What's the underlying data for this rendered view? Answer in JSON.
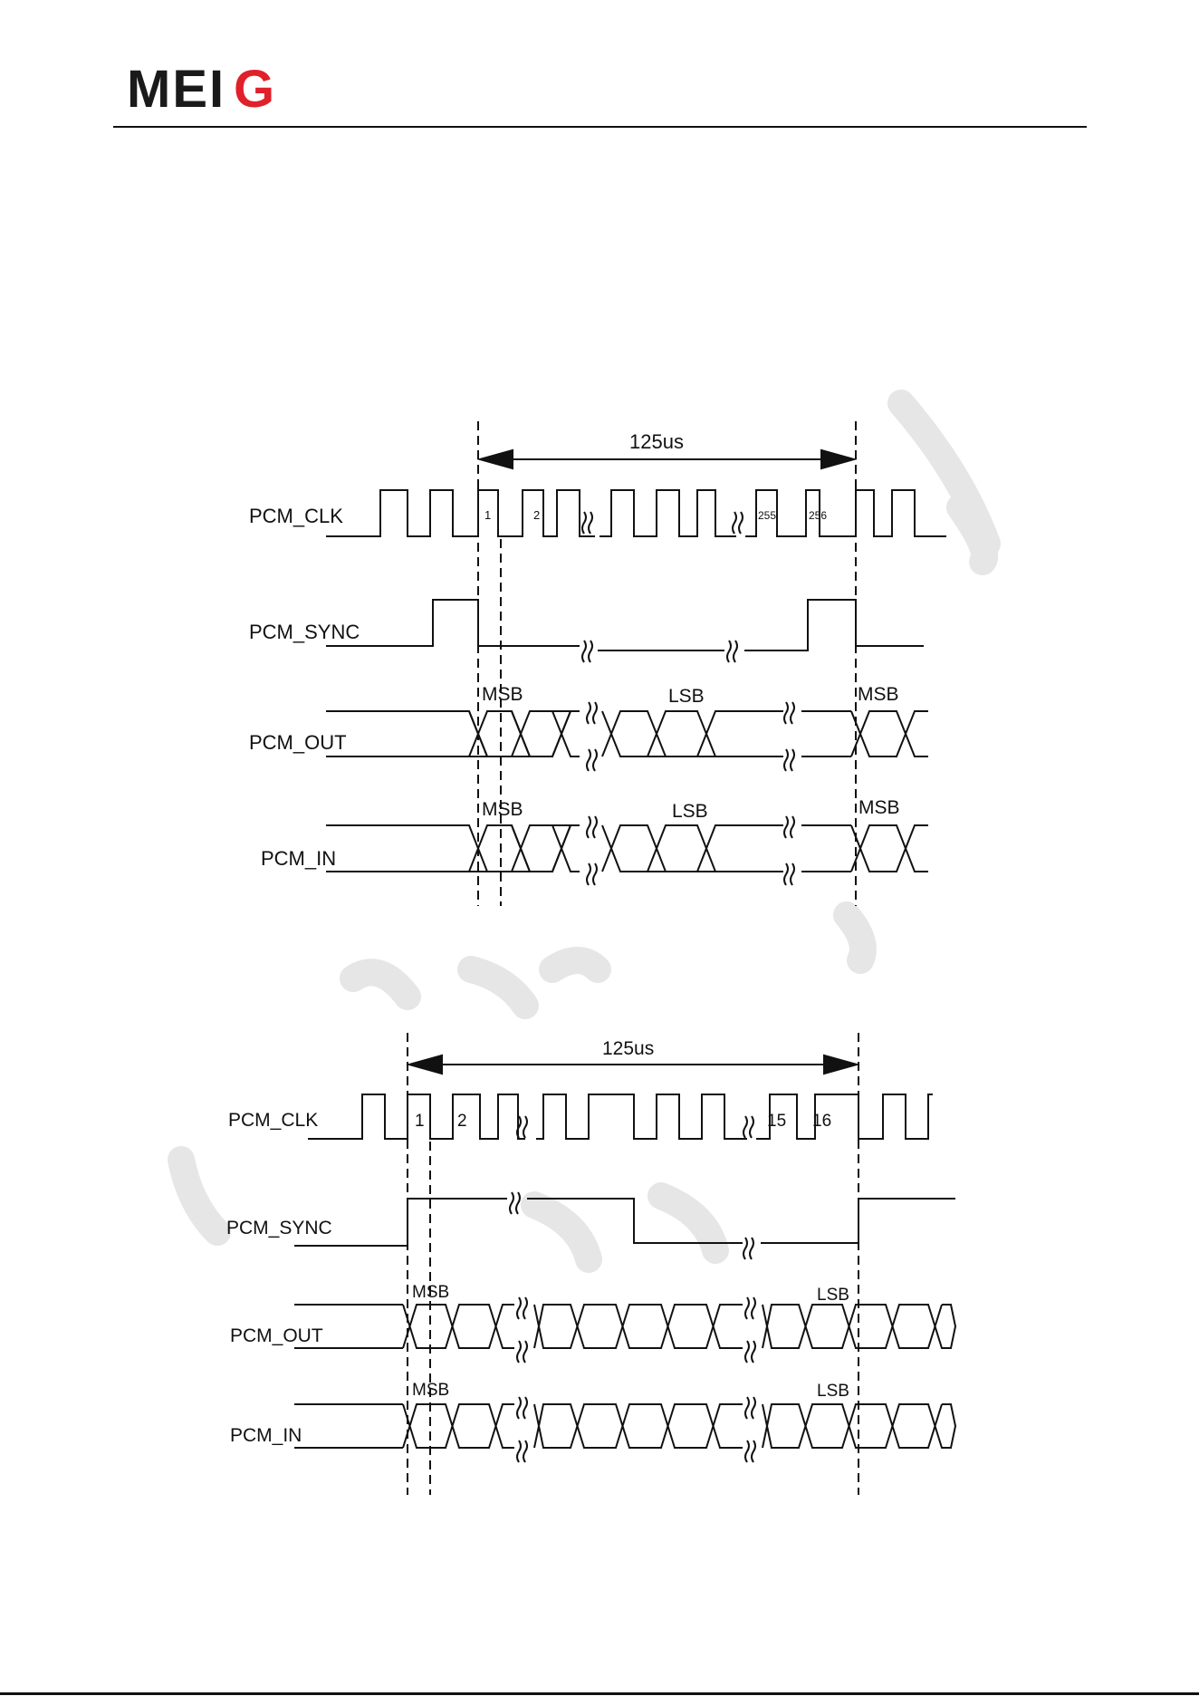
{
  "logo": {
    "text_left": "MEI",
    "text_right": "G",
    "color_dark": "#1a1a1a",
    "color_accent": "#e0202a"
  },
  "diagram1": {
    "period_label": "125us",
    "signals": [
      "PCM_CLK",
      "PCM_SYNC",
      "PCM_OUT",
      "PCM_IN"
    ],
    "clock_labels": [
      "1",
      "2",
      "255",
      "256"
    ],
    "out_labels": [
      "MSB",
      "LSB",
      "MSB"
    ],
    "in_labels": [
      "MSB",
      "LSB",
      "MSB"
    ]
  },
  "diagram2": {
    "period_label": "125us",
    "signals": [
      "PCM_CLK",
      "PCM_SYNC",
      "PCM_OUT",
      "PCM_IN"
    ],
    "clock_labels": [
      "1",
      "2",
      "15",
      "16"
    ],
    "out_labels": [
      "MSB",
      "LSB"
    ],
    "in_labels": [
      "MSB",
      "LSB"
    ]
  }
}
